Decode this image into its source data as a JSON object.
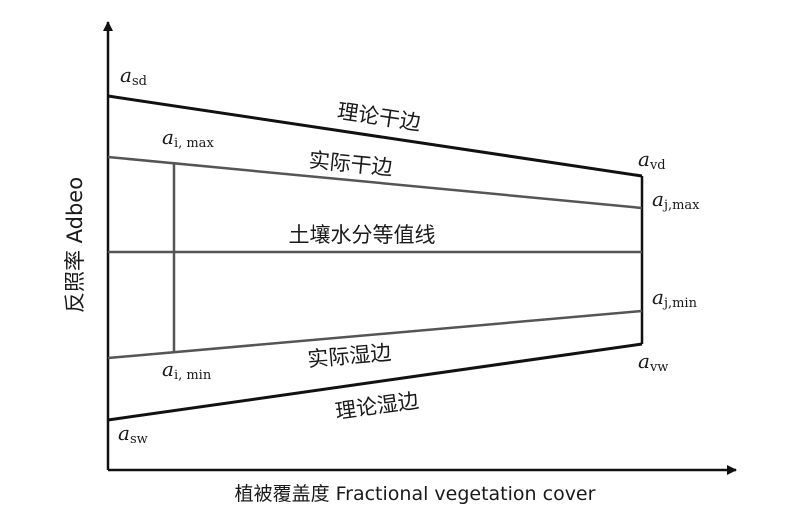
{
  "axes": {
    "y_label": "反照率 Adbeo",
    "x_label": "植被覆盖度 Fractional vegetation cover"
  },
  "lines": {
    "theoretical_dry_edge": "理论干边",
    "actual_dry_edge": "实际干边",
    "soil_moisture_isoline": "土壤水分等值线",
    "actual_wet_edge": "实际湿边",
    "theoretical_wet_edge": "理论湿边"
  },
  "points": {
    "a_sd": {
      "base": "a",
      "sub": "sd"
    },
    "a_vd": {
      "base": "a",
      "sub": "vd"
    },
    "a_i_max": {
      "base": "a",
      "sub": "i, max"
    },
    "a_j_max": {
      "base": "a",
      "sub": "j,max"
    },
    "a_j_min": {
      "base": "a",
      "sub": "j,min"
    },
    "a_i_min": {
      "base": "a",
      "sub": "i, min"
    },
    "a_vw": {
      "base": "a",
      "sub": "vw"
    },
    "a_sw": {
      "base": "a",
      "sub": "sw"
    }
  },
  "colors": {
    "theoretical_edge": "#111111",
    "actual_edge": "#555555",
    "axis": "#111111"
  }
}
